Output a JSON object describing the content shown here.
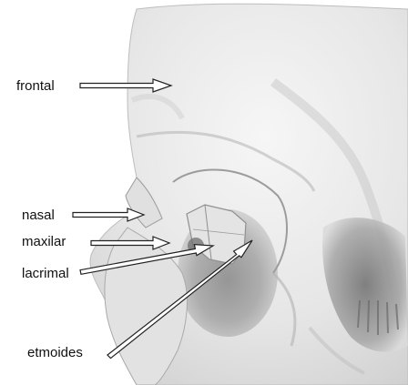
{
  "labels": {
    "frontal": "frontal",
    "nasal": "nasal",
    "maxilar": "maxilar",
    "lacrimal": "lacrimal",
    "etmoides": "etmoides"
  },
  "colors": {
    "bone_light": "#ececec",
    "bone_mid": "#c9c9c9",
    "bone_dark": "#8a8a8a",
    "cavity": "#7d7d7d",
    "arrow_stroke": "#222222"
  }
}
